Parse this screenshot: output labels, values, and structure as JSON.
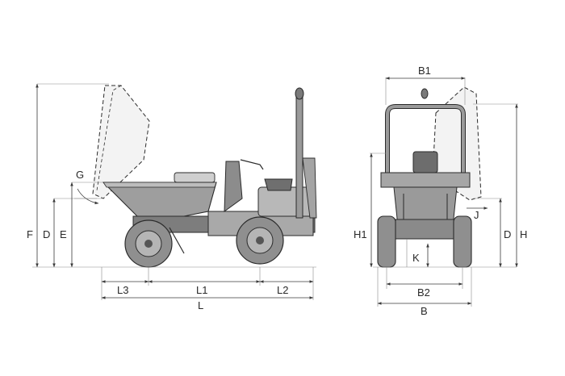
{
  "diagram": {
    "side_view": {
      "labels": {
        "F": "F",
        "D": "D",
        "E": "E",
        "G": "G",
        "L3": "L3",
        "L1": "L1",
        "L2": "L2",
        "L": "L"
      }
    },
    "front_view": {
      "labels": {
        "B1": "B1",
        "H1": "H1",
        "D": "D",
        "H": "H",
        "J": "J",
        "K": "K",
        "B2": "B2",
        "B": "B"
      }
    }
  },
  "colors": {
    "body": "#9a9a9a",
    "body_dark": "#6e6e6e",
    "body_light": "#c4c4c4",
    "tyre": "#8f8f8f",
    "ink": "#2b2b2b"
  }
}
